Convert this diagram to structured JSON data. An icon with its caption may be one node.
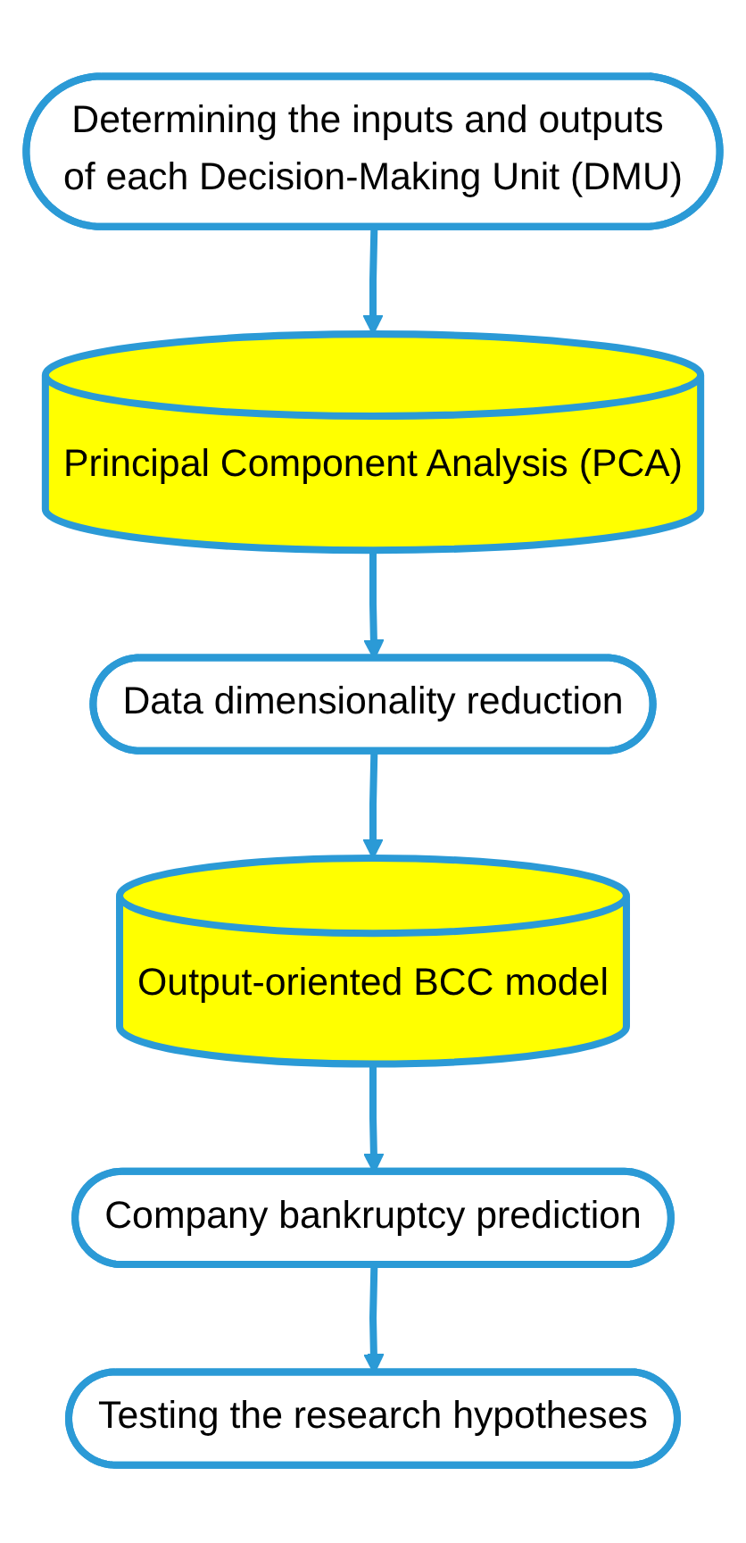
{
  "diagram": {
    "nodes": [
      {
        "text": [
          "Determining the inputs and outputs of each Decision-Making Unit (DMU)"
        ]
      },
      {
        "text": [
          "Principal Component Analysis (PCA)"
        ]
      },
      {
        "text": [
          "Data dimensionality reduction"
        ]
      },
      {
        "text": [
          "Output-oriented BCC model"
        ]
      },
      {
        "text": [
          "Company bankruptcy prediction"
        ]
      },
      {
        "text": [
          "Testing the research hypotheses"
        ]
      }
    ],
    "edges": [
      {
        "from": 0,
        "to": 1,
        "arrow": "to"
      },
      {
        "from": 1,
        "to": 2,
        "arrow": "to"
      },
      {
        "from": 2,
        "to": 3,
        "arrow": "to"
      },
      {
        "from": 3,
        "to": 4,
        "arrow": "to"
      },
      {
        "from": 4,
        "to": 5,
        "arrow": "to"
      }
    ]
  }
}
